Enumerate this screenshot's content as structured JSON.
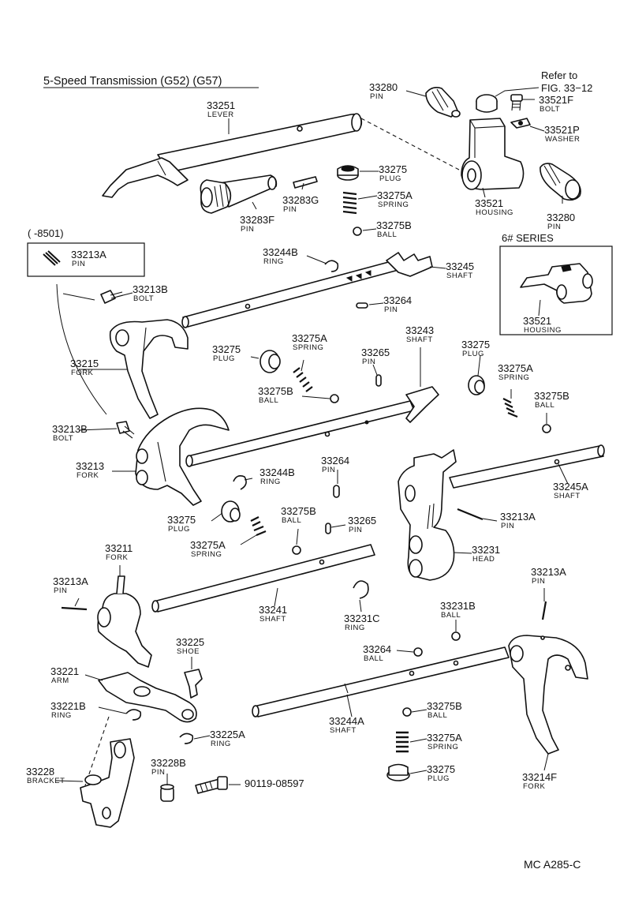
{
  "title": "5-Speed Transmission (G52) (G57)",
  "date_range": "(      -8501)",
  "series_box": "6# SERIES",
  "refer_line1": "Refer to",
  "refer_line2": "FIG. 33−12",
  "figure_code": "MC A285-C",
  "callouts": [
    {
      "id": "c1",
      "num": "33251",
      "sub": "LEVER"
    },
    {
      "id": "c2",
      "num": "33280",
      "sub": "PIN"
    },
    {
      "id": "c3",
      "num": "33521F",
      "sub": "BOLT"
    },
    {
      "id": "c4",
      "num": "33521P",
      "sub": "WASHER"
    },
    {
      "id": "c5",
      "num": "33521",
      "sub": "HOUSING"
    },
    {
      "id": "c6",
      "num": "33280",
      "sub": "PIN"
    },
    {
      "id": "c7",
      "num": "33275",
      "sub": "PLUG"
    },
    {
      "id": "c8",
      "num": "33275A",
      "sub": "SPRING"
    },
    {
      "id": "c9",
      "num": "33283G",
      "sub": "PIN"
    },
    {
      "id": "c10",
      "num": "33283F",
      "sub": "PIN"
    },
    {
      "id": "c11",
      "num": "33275B",
      "sub": "BALL"
    },
    {
      "id": "c12",
      "num": "33213A",
      "sub": "PIN"
    },
    {
      "id": "c13",
      "num": "33244B",
      "sub": "RING"
    },
    {
      "id": "c14",
      "num": "33245",
      "sub": "SHAFT"
    },
    {
      "id": "c15",
      "num": "33213B",
      "sub": "BOLT"
    },
    {
      "id": "c16",
      "num": "33264",
      "sub": "PIN"
    },
    {
      "id": "c17",
      "num": "33521",
      "sub": "HOUSING"
    },
    {
      "id": "c18",
      "num": "33275A",
      "sub": "SPRING"
    },
    {
      "id": "c19",
      "num": "33243",
      "sub": "SHAFT"
    },
    {
      "id": "c20",
      "num": "33275",
      "sub": "PLUG"
    },
    {
      "id": "c21",
      "num": "33265",
      "sub": "PIN"
    },
    {
      "id": "c22",
      "num": "33275",
      "sub": "PLUG"
    },
    {
      "id": "c23",
      "num": "33215",
      "sub": "FORK"
    },
    {
      "id": "c24",
      "num": "33275A",
      "sub": "SPRING"
    },
    {
      "id": "c25",
      "num": "33275B",
      "sub": "BALL"
    },
    {
      "id": "c26",
      "num": "33275B",
      "sub": "BALL"
    },
    {
      "id": "c27",
      "num": "33213B",
      "sub": "BOLT"
    },
    {
      "id": "c28",
      "num": "33264",
      "sub": "PIN"
    },
    {
      "id": "c29",
      "num": "33213",
      "sub": "FORK"
    },
    {
      "id": "c30",
      "num": "33244B",
      "sub": "RING"
    },
    {
      "id": "c31",
      "num": "33245A",
      "sub": "SHAFT"
    },
    {
      "id": "c32",
      "num": "33213A",
      "sub": "PIN"
    },
    {
      "id": "c33",
      "num": "33275B",
      "sub": "BALL"
    },
    {
      "id": "c34",
      "num": "33265",
      "sub": "PIN"
    },
    {
      "id": "c35",
      "num": "33275",
      "sub": "PLUG"
    },
    {
      "id": "c36",
      "num": "33275A",
      "sub": "SPRING"
    },
    {
      "id": "c37",
      "num": "33231",
      "sub": "HEAD"
    },
    {
      "id": "c38",
      "num": "33211",
      "sub": "FORK"
    },
    {
      "id": "c39",
      "num": "33213A",
      "sub": "PIN"
    },
    {
      "id": "c40",
      "num": "33213A",
      "sub": "PIN"
    },
    {
      "id": "c41",
      "num": "33241",
      "sub": "SHAFT"
    },
    {
      "id": "c42",
      "num": "33231C",
      "sub": "RING"
    },
    {
      "id": "c43",
      "num": "33231B",
      "sub": "BALL"
    },
    {
      "id": "c44",
      "num": "33225",
      "sub": "SHOE"
    },
    {
      "id": "c45",
      "num": "33264",
      "sub": "BALL"
    },
    {
      "id": "c46",
      "num": "33221",
      "sub": "ARM"
    },
    {
      "id": "c47",
      "num": "33221B",
      "sub": "RING"
    },
    {
      "id": "c48",
      "num": "33225A",
      "sub": "RING"
    },
    {
      "id": "c49",
      "num": "33244A",
      "sub": "SHAFT"
    },
    {
      "id": "c50",
      "num": "33275B",
      "sub": "BALL"
    },
    {
      "id": "c51",
      "num": "33275A",
      "sub": "SPRING"
    },
    {
      "id": "c52",
      "num": "33228",
      "sub": "BRACKET"
    },
    {
      "id": "c53",
      "num": "33228B",
      "sub": "PIN"
    },
    {
      "id": "c54",
      "num": "90119-08597",
      "sub": ""
    },
    {
      "id": "c55",
      "num": "33275",
      "sub": "PLUG"
    },
    {
      "id": "c56",
      "num": "33214F",
      "sub": "FORK"
    }
  ]
}
